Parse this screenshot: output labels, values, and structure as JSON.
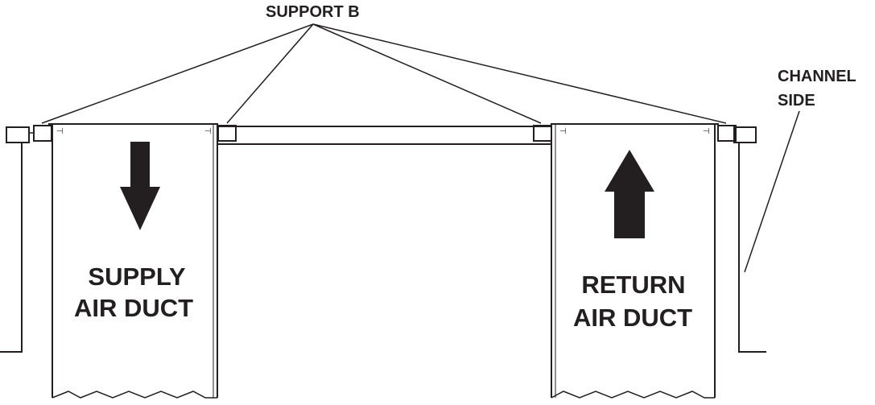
{
  "labels": {
    "support": "SUPPORT B",
    "channel_line1": "CHANNEL",
    "channel_line2": "SIDE",
    "supply_line1": "SUPPLY",
    "supply_line2": "AIR DUCT",
    "return_line1": "RETURN",
    "return_line2": "AIR DUCT"
  },
  "arrows": {
    "supply": "down-arrow",
    "return": "up-arrow"
  }
}
